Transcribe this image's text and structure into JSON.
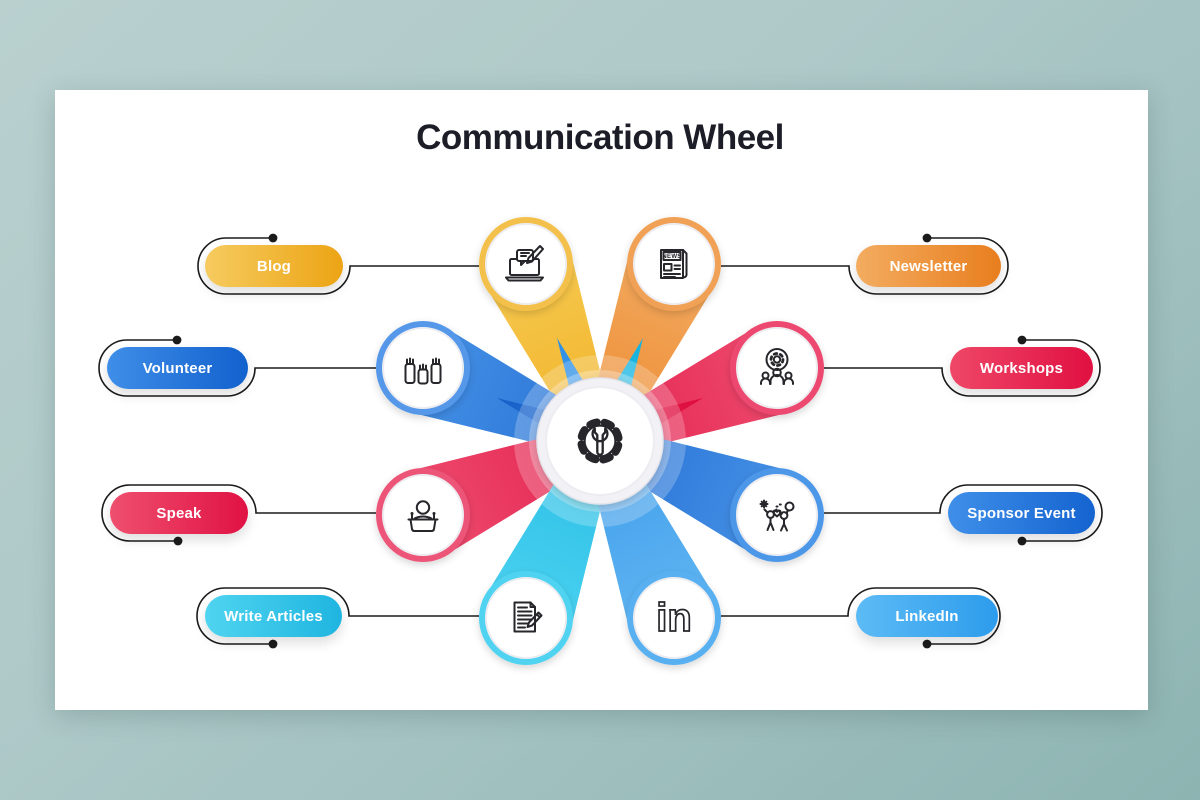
{
  "title": "Communication Wheel",
  "center": {
    "icon": "gear-wrench-icon"
  },
  "items": [
    {
      "id": "blog",
      "label": "Blog",
      "icon": "blog-laptop-chat-pencil-icon",
      "position": "top-left",
      "pill_from": "#F6CB5F",
      "pill_to": "#ECA414",
      "wedge_from": "#F6C94F",
      "wedge_to": "#EEA30F",
      "ring": "#F3C14B"
    },
    {
      "id": "newsletter",
      "label": "Newsletter",
      "icon": "newspaper-icon",
      "position": "top-right",
      "pill_from": "#F3AC60",
      "pill_to": "#E87E1E",
      "wedge_from": "#F2A95E",
      "wedge_to": "#EA7A18",
      "ring": "#F0A155",
      "icon_text": "NEWS"
    },
    {
      "id": "volunteer",
      "label": "Volunteer",
      "icon": "raised-hands-icon",
      "position": "middle-left",
      "pill_from": "#3F8EE8",
      "pill_to": "#1261CE",
      "wedge_from": "#4490E6",
      "wedge_to": "#1760C9",
      "ring": "#5598EA"
    },
    {
      "id": "workshops",
      "label": "Workshops",
      "icon": "team-gear-icon",
      "position": "middle-right",
      "pill_from": "#EF4768",
      "pill_to": "#E01041",
      "wedge_from": "#EE4A6E",
      "wedge_to": "#DE0D3E",
      "ring": "#ED4A70"
    },
    {
      "id": "speak",
      "label": "Speak",
      "icon": "speaker-podium-icon",
      "position": "lower-left",
      "pill_from": "#EF4F6E",
      "pill_to": "#E01244",
      "wedge_from": "#EE4A6E",
      "wedge_to": "#DE0D3E",
      "ring": "#ED5578"
    },
    {
      "id": "sponsor-event",
      "label": "Sponsor Event",
      "icon": "celebration-people-icon",
      "position": "lower-right",
      "pill_from": "#3F8FE9",
      "pill_to": "#1463D0",
      "wedge_from": "#4490E6",
      "wedge_to": "#1760C9",
      "ring": "#4D97E9"
    },
    {
      "id": "write-articles",
      "label": "Write Articles",
      "icon": "document-pencil-icon",
      "position": "bottom-left",
      "pill_from": "#4FD4F0",
      "pill_to": "#1FB5E0",
      "wedge_from": "#4AD1F0",
      "wedge_to": "#15B2DE",
      "ring": "#4FD3F1"
    },
    {
      "id": "linkedin",
      "label": "LinkedIn",
      "icon": "linkedin-in-icon",
      "position": "bottom-right",
      "pill_from": "#5CBBF5",
      "pill_to": "#2D9CEC",
      "wedge_from": "#5FB5F2",
      "wedge_to": "#2E8FE6",
      "ring": "#58B0F1",
      "icon_text": "in"
    }
  ],
  "colors": {
    "background": "#A9C4C3",
    "card": "#FFFFFF",
    "line": "#1B1B1B",
    "title_text": "#1D1D28"
  }
}
